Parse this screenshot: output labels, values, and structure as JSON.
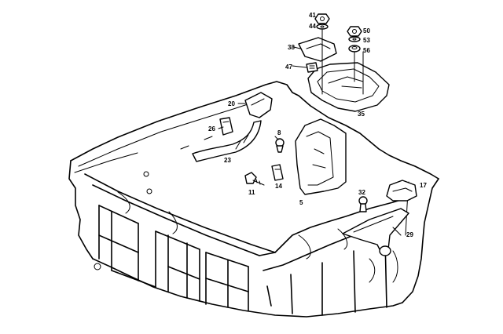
{
  "callouts": {
    "p41": "41",
    "p44": "44",
    "p50": "50",
    "p53": "53",
    "p56": "56",
    "p38": "38",
    "p47": "47",
    "p35": "35",
    "p20": "20",
    "p26": "26",
    "p8": "8",
    "p23": "23",
    "p11": "11",
    "p14": "14",
    "p5": "5",
    "p32": "32",
    "p17": "17",
    "p29": "29"
  }
}
